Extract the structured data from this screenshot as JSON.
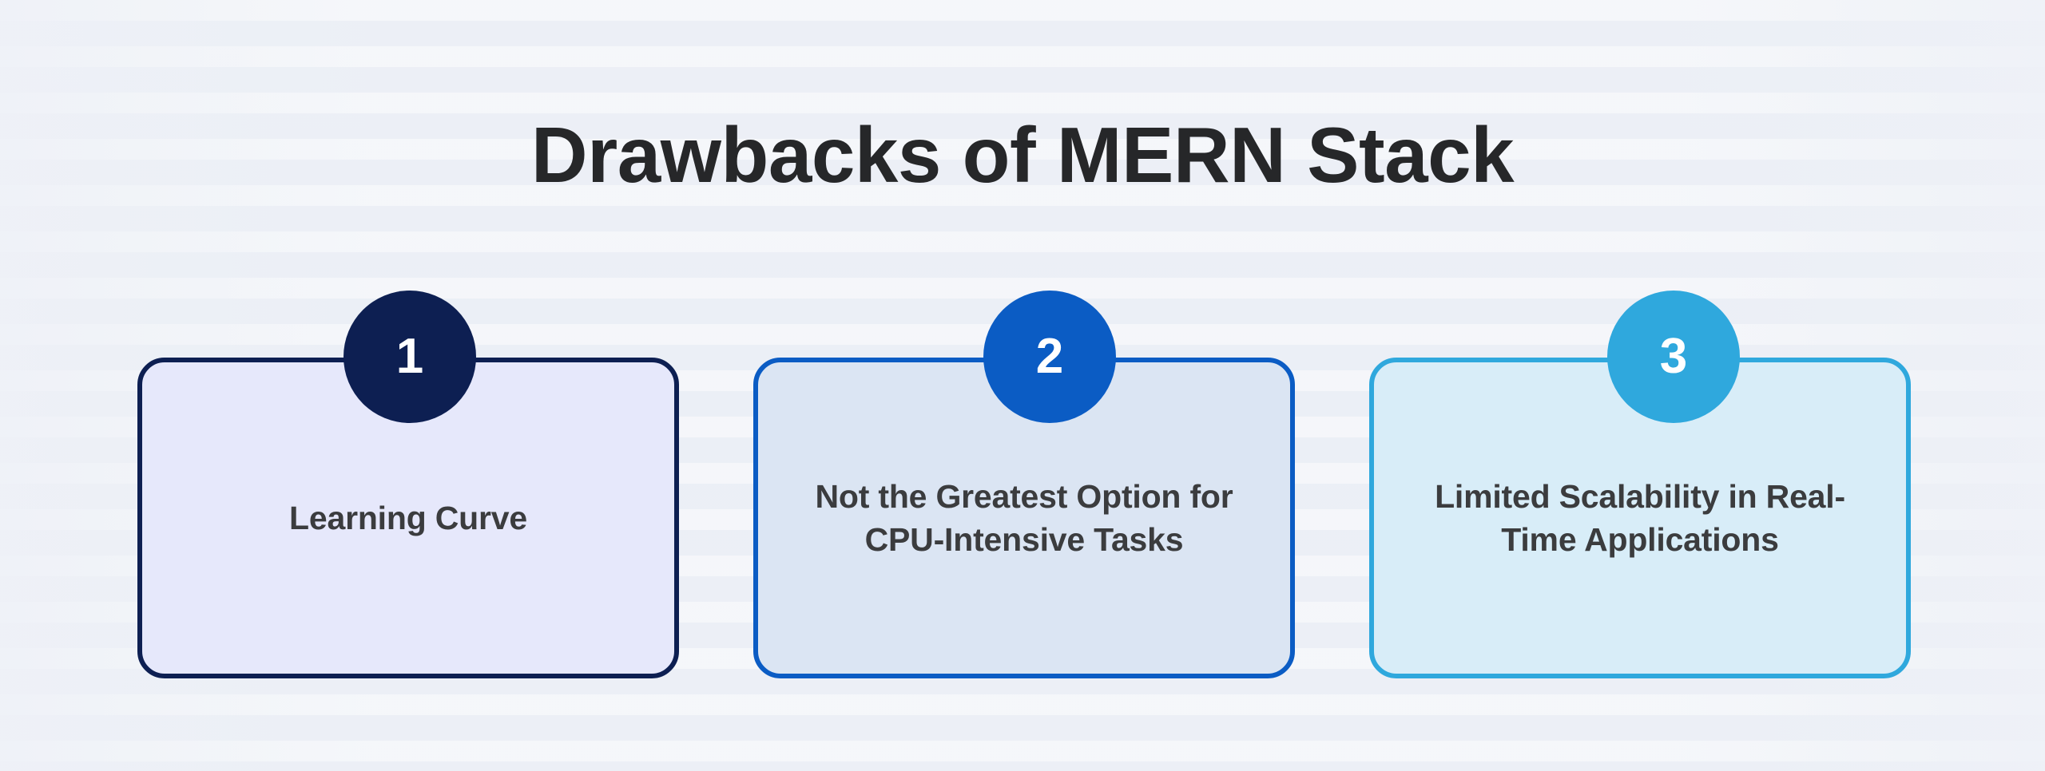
{
  "page": {
    "title": "Drawbacks of MERN Stack",
    "background_color": "#eef1f7",
    "title_color": "#262729",
    "card_text_color": "#3b3c3e"
  },
  "cards": [
    {
      "number": "1",
      "label": "Learning Curve",
      "border_color": "#0d1f52",
      "fill_color": "#e6e8fb",
      "badge_color": "#0d1f52",
      "badge_text_color": "#ffffff"
    },
    {
      "number": "2",
      "label": "Not the Greatest Option for CPU-Intensive Tasks",
      "border_color": "#0b5cc4",
      "fill_color": "#dbe5f3",
      "badge_color": "#0b5cc4",
      "badge_text_color": "#ffffff"
    },
    {
      "number": "3",
      "label": "Limited Scalability in Real-Time Applications",
      "border_color": "#2fa8dd",
      "fill_color": "#d8edf8",
      "badge_color": "#2fa8dd",
      "badge_text_color": "#ffffff"
    }
  ]
}
